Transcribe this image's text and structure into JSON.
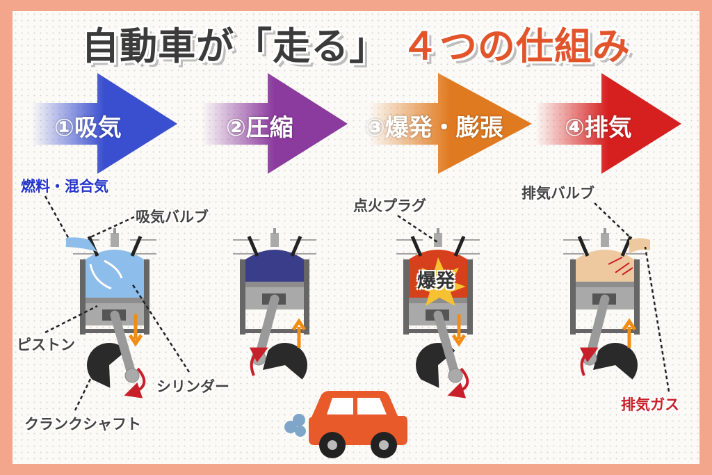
{
  "title": {
    "part1": "自動車が「走る」",
    "part2": "４つの仕組み"
  },
  "colors": {
    "frame": "#F3A68C",
    "accent": "#E2552B",
    "step1": "#3A4FCF",
    "step2": "#8B3A9E",
    "step3": "#E07A20",
    "step4": "#D61F1F"
  },
  "steps": [
    {
      "label": "①吸気"
    },
    {
      "label": "②圧縮"
    },
    {
      "label": "③爆発・膨張"
    },
    {
      "label": "④排気"
    }
  ],
  "labels": {
    "fuel_mixture": "燃料・混合気",
    "intake_valve": "吸気バルブ",
    "piston": "ピストン",
    "cylinder": "シリンダー",
    "crankshaft": "クランクシャフト",
    "spark_plug": "点火プラグ",
    "exhaust_valve": "排気バルブ",
    "exhaust_gas": "排気ガス",
    "explosion": "爆発"
  }
}
